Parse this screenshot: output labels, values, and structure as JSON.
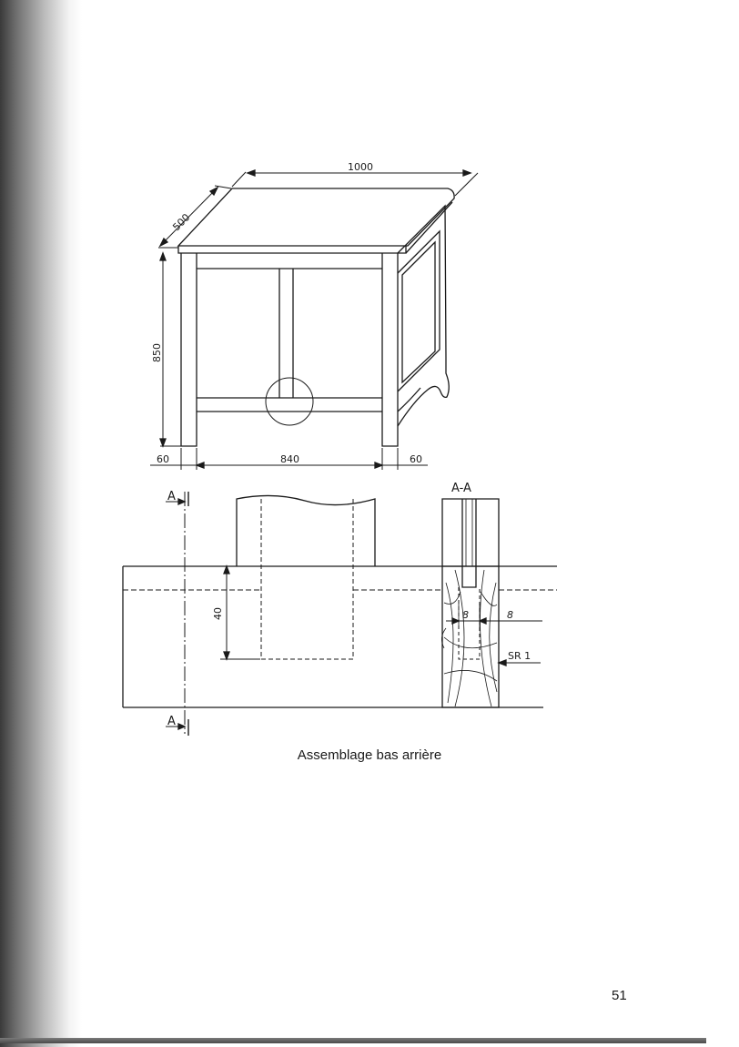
{
  "figure": {
    "dimensions": {
      "width": "1000",
      "depth": "500",
      "height": "850",
      "left_overhang": "60",
      "inner_width": "840",
      "right_overhang": "60"
    },
    "section": {
      "marker": "A",
      "view_label": "A-A",
      "depth": "40",
      "width_left": "8",
      "width_right": "8",
      "surface": "SR 1"
    },
    "caption": "Assemblage bas arrière"
  },
  "page": {
    "number": "51"
  }
}
